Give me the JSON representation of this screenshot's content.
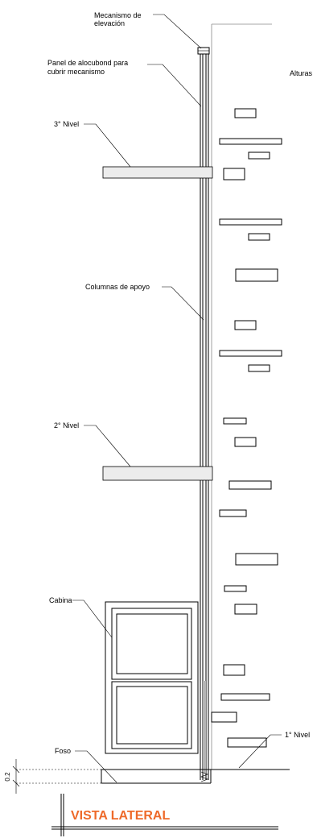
{
  "labels": {
    "mecanismo_line1": "Mecanismo de",
    "mecanismo_line2": "elevación",
    "panel_line1": "Panel de alocubond para",
    "panel_line2": "cubrir mecanismo",
    "alturas": "Alturas",
    "nivel3": "3° Nivel",
    "columnas": "Columnas de apoyo",
    "nivel2": "2° Nivel",
    "cabina": "Cabina",
    "foso": "Foso",
    "nivel1": "1° Nivel",
    "dimension": "0.2"
  },
  "title": "VISTA LATERAL",
  "colors": {
    "title": "#ee6a2a",
    "lines": "#000000",
    "slab_fill": "#ececec"
  }
}
